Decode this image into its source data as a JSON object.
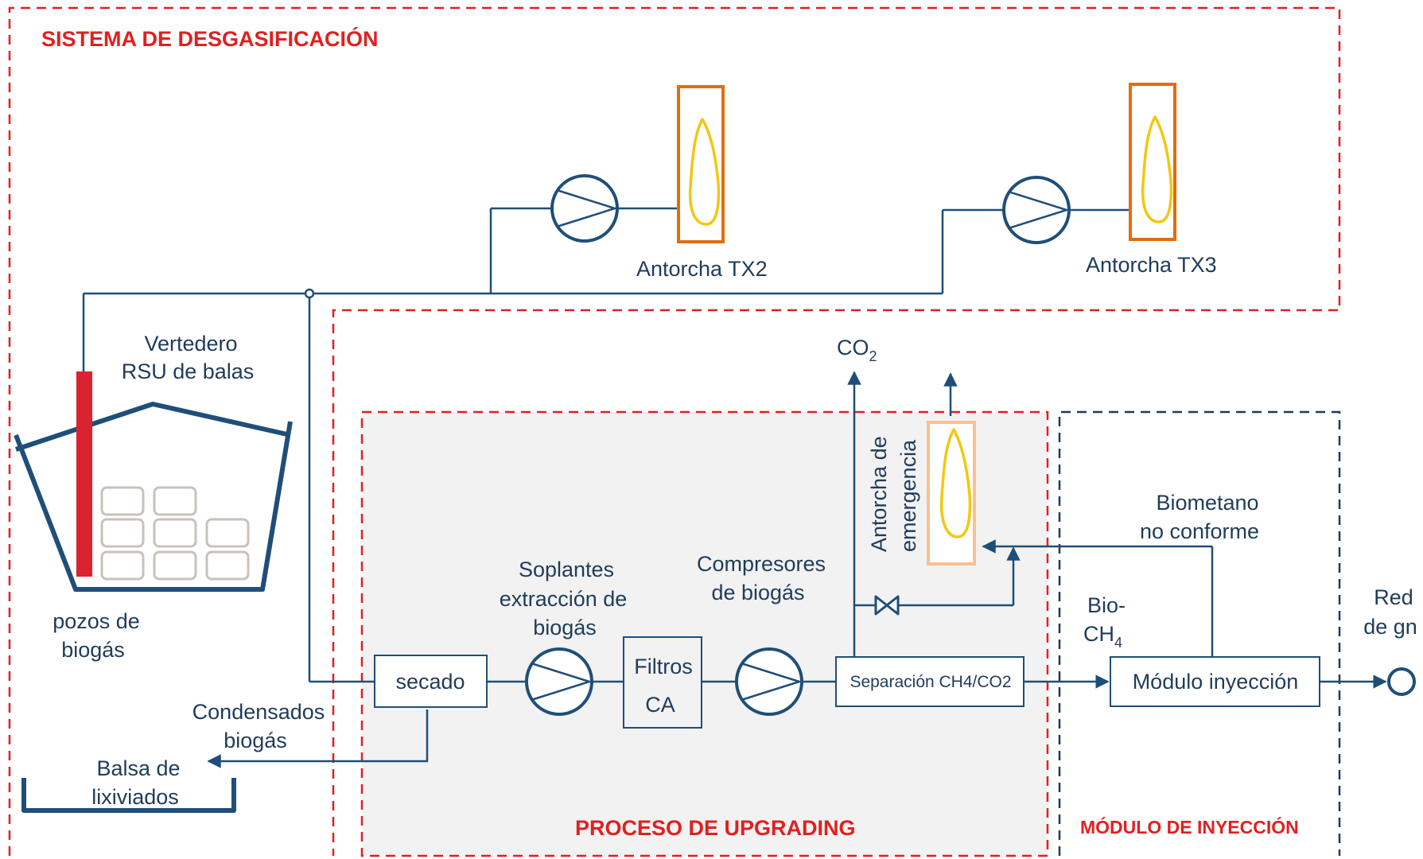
{
  "sections": {
    "degassing": "SISTEMA DE DESGASIFICACIÓN",
    "upgrading": "PROCESO DE UPGRADING",
    "injection": "MÓDULO DE INYECCIÓN"
  },
  "flares": {
    "tx2": "Antorcha TX2",
    "tx3": "Antorcha TX3",
    "emergency_line1": "Antorcha de",
    "emergency_line2": "emergencia"
  },
  "landfill": {
    "line1": "Vertedero",
    "line2": "RSU de balas",
    "wells_line1": "pozos de",
    "wells_line2": "biogás"
  },
  "leachate": {
    "condensate_line1": "Condensados",
    "condensate_line2": "biogás",
    "pond_line1": "Balsa de",
    "pond_line2": "lixiviados"
  },
  "process": {
    "drying": "secado",
    "blowers_line1": "Soplantes",
    "blowers_line2": "extracción de",
    "blowers_line3": "biogás",
    "filters_line1": "Filtros",
    "filters_line2": "CA",
    "compressors_line1": "Compresores",
    "compressors_line2": "de biogás",
    "separation": "Separación CH4/CO2",
    "co2_main": "CO",
    "co2_sub": "2"
  },
  "injection": {
    "module": "Módulo inyección",
    "biomethane_line1": "Biometano",
    "biomethane_line2": "no conforme",
    "biomethane_ch4_line1": "Bio-",
    "biomethane_ch4_main": "CH",
    "biomethane_ch4_sub": "4",
    "grid_line1": "Red",
    "grid_line2": "de gn"
  },
  "colors": {
    "pipe": "#1f4e79",
    "label": "#1f3c5a",
    "section_red": "#e02020",
    "well_red": "#d9232e",
    "flare_orange": "#e36c09",
    "flare_light": "#fac090",
    "flame_yellow": "#f2c80f",
    "panel_gray": "#f2f2f2"
  },
  "icons": [
    "pump-icon",
    "flame-icon",
    "valve-icon",
    "bale-icon",
    "grid-connection-icon"
  ]
}
